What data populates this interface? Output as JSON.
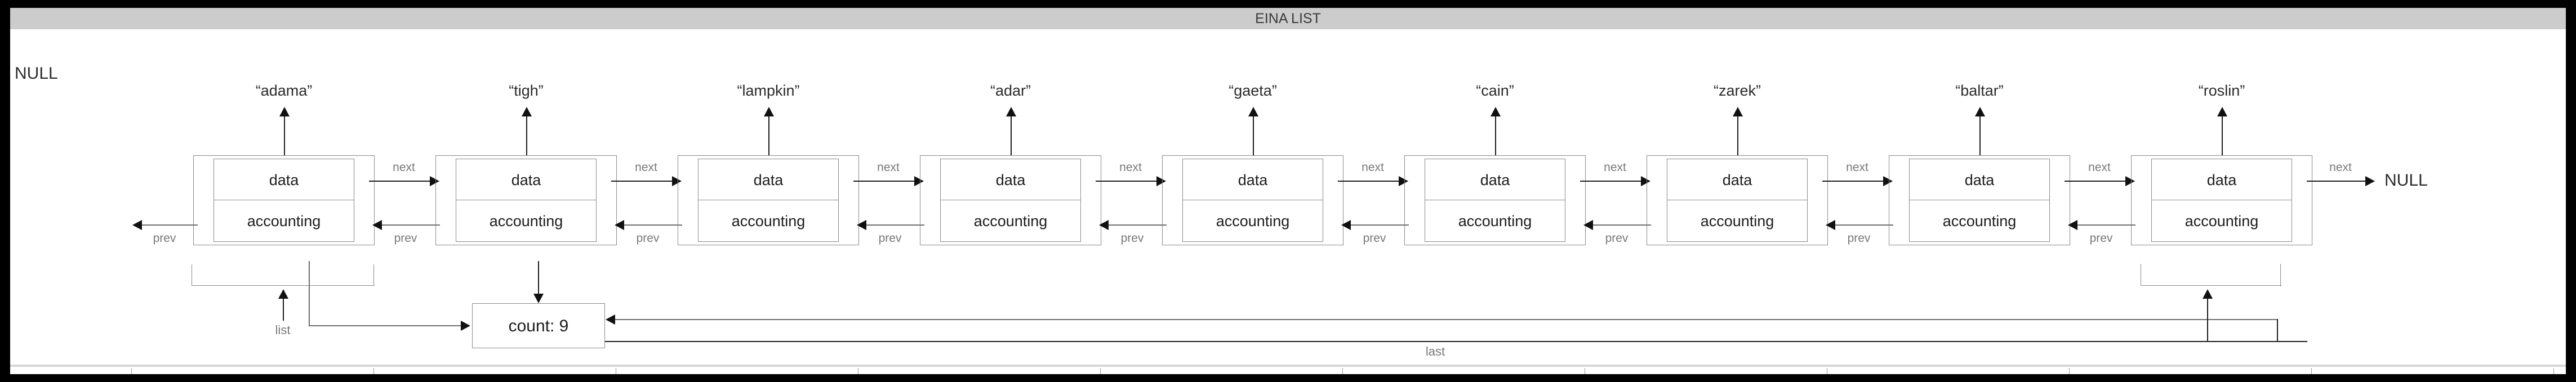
{
  "window": {
    "title": "EINA LIST"
  },
  "colors": {
    "background": "#000000",
    "canvas": "#ffffff",
    "titlebar": "#cccccc",
    "box_stroke": "#8a8a8a",
    "arrow": "#111111",
    "edge_label": "#787878",
    "text": "#1d1d1d"
  },
  "diagram": {
    "type": "doubly-linked-list",
    "node_count": 9,
    "node_field_labels": {
      "data": "data",
      "accounting": "accounting"
    },
    "edge_labels": {
      "next": "next",
      "prev": "prev"
    },
    "terminators": {
      "left": "NULL",
      "right": "NULL"
    },
    "nodes": [
      {
        "index": 0,
        "value": "“adama”",
        "data": "data",
        "accounting": "accounting"
      },
      {
        "index": 1,
        "value": "“tigh”",
        "data": "data",
        "accounting": "accounting"
      },
      {
        "index": 2,
        "value": "“lampkin”",
        "data": "data",
        "accounting": "accounting"
      },
      {
        "index": 3,
        "value": "“adar”",
        "data": "data",
        "accounting": "accounting"
      },
      {
        "index": 4,
        "value": "“gaeta”",
        "data": "data",
        "accounting": "accounting"
      },
      {
        "index": 5,
        "value": "“cain”",
        "data": "data",
        "accounting": "accounting"
      },
      {
        "index": 6,
        "value": "“zarek”",
        "data": "data",
        "accounting": "accounting"
      },
      {
        "index": 7,
        "value": "“baltar”",
        "data": "data",
        "accounting": "accounting"
      },
      {
        "index": 8,
        "value": "“roslin”",
        "data": "data",
        "accounting": "accounting"
      }
    ],
    "accounting_struct": {
      "count_label": "count: 9",
      "count_value": 9,
      "pointers": [
        {
          "name": "list",
          "label": "list",
          "target_node_index": 0
        },
        {
          "name": "last",
          "label": "last",
          "target_node_index": 8
        }
      ]
    }
  }
}
